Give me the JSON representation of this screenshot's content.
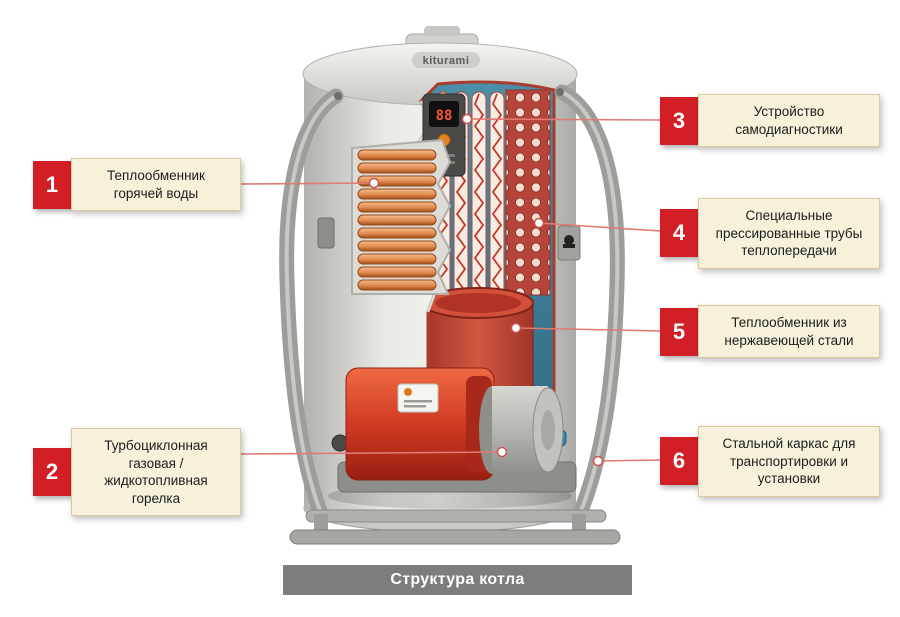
{
  "caption": {
    "text": "Структура котла"
  },
  "brand": {
    "logo_text": "kiturami"
  },
  "control_panel": {
    "display_value": "88"
  },
  "callouts": [
    {
      "number": "1",
      "text": "Теплообменник горячей воды"
    },
    {
      "number": "2",
      "text": "Турбоциклонная газовая / жидкотопливная горелка"
    },
    {
      "number": "3",
      "text": "Устройство самодиагностики"
    },
    {
      "number": "4",
      "text": "Специальные прессированные трубы теплопередачи"
    },
    {
      "number": "5",
      "text": "Теплообменник из нержавеющей стали"
    },
    {
      "number": "6",
      "text": "Стальной каркас для транспортировки и установки"
    }
  ],
  "colors": {
    "number_box_red": "#d21f26",
    "label_box_bg": "#f7f0da",
    "label_box_border": "#d9cb9e",
    "caption_bar_bg": "#7d7d7d",
    "leader_line": "#e07a72",
    "boiler_body_gray": "#d6d6d2",
    "water_jacket_teal": "#3a7890",
    "coil_orange": "#e08a4e",
    "burner_red": "#d13a24",
    "display_digits": "#ff5533"
  }
}
